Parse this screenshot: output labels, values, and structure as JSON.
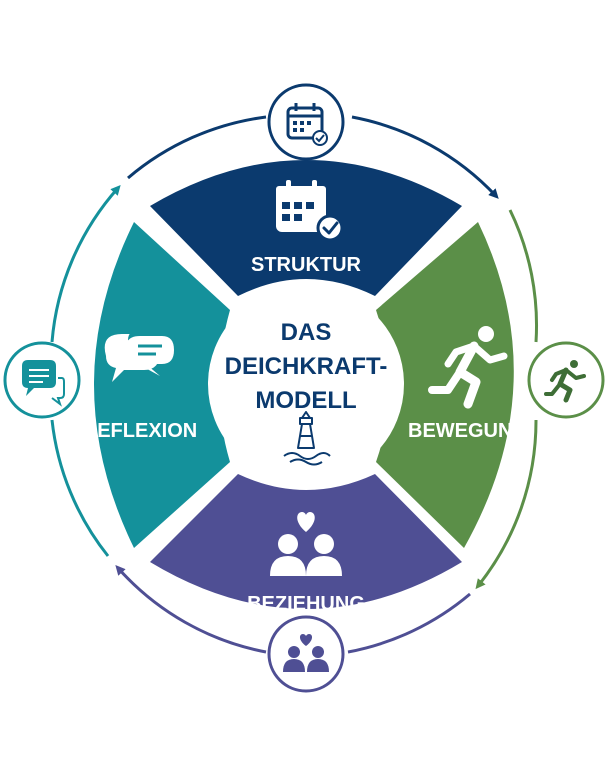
{
  "center": {
    "line1": "DAS",
    "line2": "DEICHKRAFT-",
    "line3": "MODELL",
    "icon": "lighthouse-icon"
  },
  "segments": {
    "struktur": {
      "label": "STRUKTUR",
      "icon": "calendar-check-icon",
      "color": "#0b3a6e"
    },
    "bewegung": {
      "label": "BEWEGUNG",
      "icon": "running-person-icon",
      "color": "#5b8f48"
    },
    "beziehung": {
      "label": "BEZIEHUNG",
      "icon": "people-heart-icon",
      "color": "#4f4f94"
    },
    "reflexion": {
      "label": "REFLEXION",
      "icon": "speech-bubbles-icon",
      "color": "#14919b"
    }
  },
  "ring_colors": {
    "top_right": "#0b3a6e",
    "bottom_right": "#5b8f48",
    "bottom_left": "#4f4f94",
    "top_left": "#14919b"
  }
}
